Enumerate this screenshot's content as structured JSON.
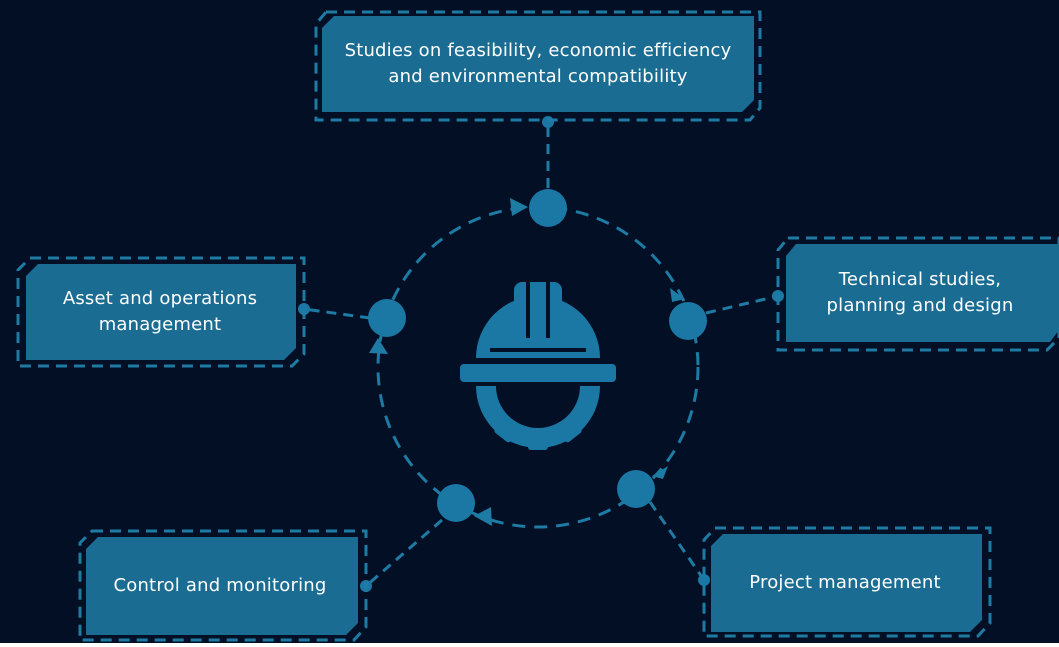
{
  "colors": {
    "background": "#020f24",
    "box_fill": "#1b6c93",
    "accent": "#1d7ba4",
    "node": "#1b78a5",
    "text": "#ffffff"
  },
  "center_icon": "hard-hat-gear-icon",
  "stages": [
    {
      "id": "feasibility",
      "label": "Studies on feasibility, economic efficiency\nand environmental compatibility"
    },
    {
      "id": "technical",
      "label": "Technical studies,\nplanning and design"
    },
    {
      "id": "project",
      "label": "Project management"
    },
    {
      "id": "control",
      "label": "Control and monitoring"
    },
    {
      "id": "asset",
      "label": "Asset and operations\nmanagement"
    }
  ]
}
